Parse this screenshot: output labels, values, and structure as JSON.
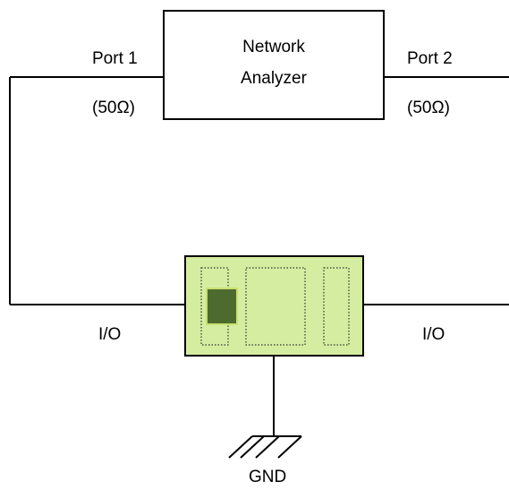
{
  "analyzer": {
    "line1": "Network",
    "line2": "Analyzer"
  },
  "port1": {
    "label": "Port 1",
    "impedance": "(50Ω)"
  },
  "port2": {
    "label": "Port 2",
    "impedance": "(50Ω)"
  },
  "io_left": "I/O",
  "io_right": "I/O",
  "ground_label": "GND",
  "colors": {
    "board_fill": "#d4eda0",
    "board_stroke": "#000000",
    "chip_fill": "#4d6b2f",
    "chip_stroke": "#c8e070",
    "wire": "#000000"
  }
}
